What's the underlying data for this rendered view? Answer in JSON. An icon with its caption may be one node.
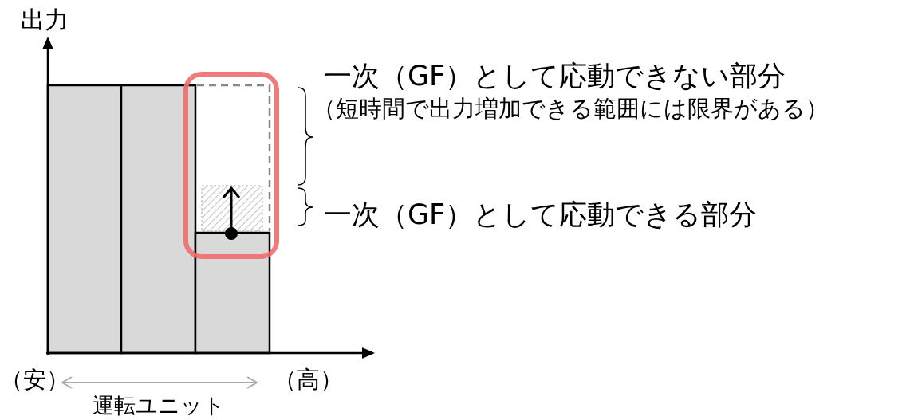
{
  "diagram": {
    "labels": [
      "出力",
      "一次（GF）として応動できない部分",
      "（短時間で出力増加できる範囲には限界がある）",
      "一次（GF）として応動できる部分",
      "（安）",
      "（高）",
      "運転ユニット"
    ]
  }
}
